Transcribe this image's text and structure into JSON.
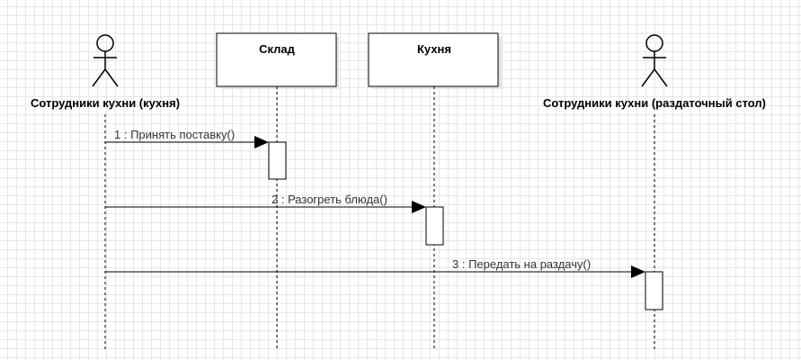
{
  "diagram": {
    "participants": [
      {
        "id": "kitchen-staff",
        "kind": "actor",
        "name": "Сотрудники кухни (кухня)"
      },
      {
        "id": "warehouse",
        "kind": "object",
        "name": "Склад"
      },
      {
        "id": "kitchen",
        "kind": "object",
        "name": "Кухня"
      },
      {
        "id": "serving-staff",
        "kind": "actor",
        "name": "Сотрудники кухни (раздаточный стол)"
      }
    ],
    "messages": [
      {
        "from": "kitchen-staff",
        "to": "warehouse",
        "label": "1 : Принять поставку()"
      },
      {
        "from": "kitchen-staff",
        "to": "kitchen",
        "label": "2 : Разогреть блюда()"
      },
      {
        "from": "kitchen-staff",
        "to": "serving-staff",
        "label": "3 : Передать на раздачу()"
      }
    ]
  }
}
